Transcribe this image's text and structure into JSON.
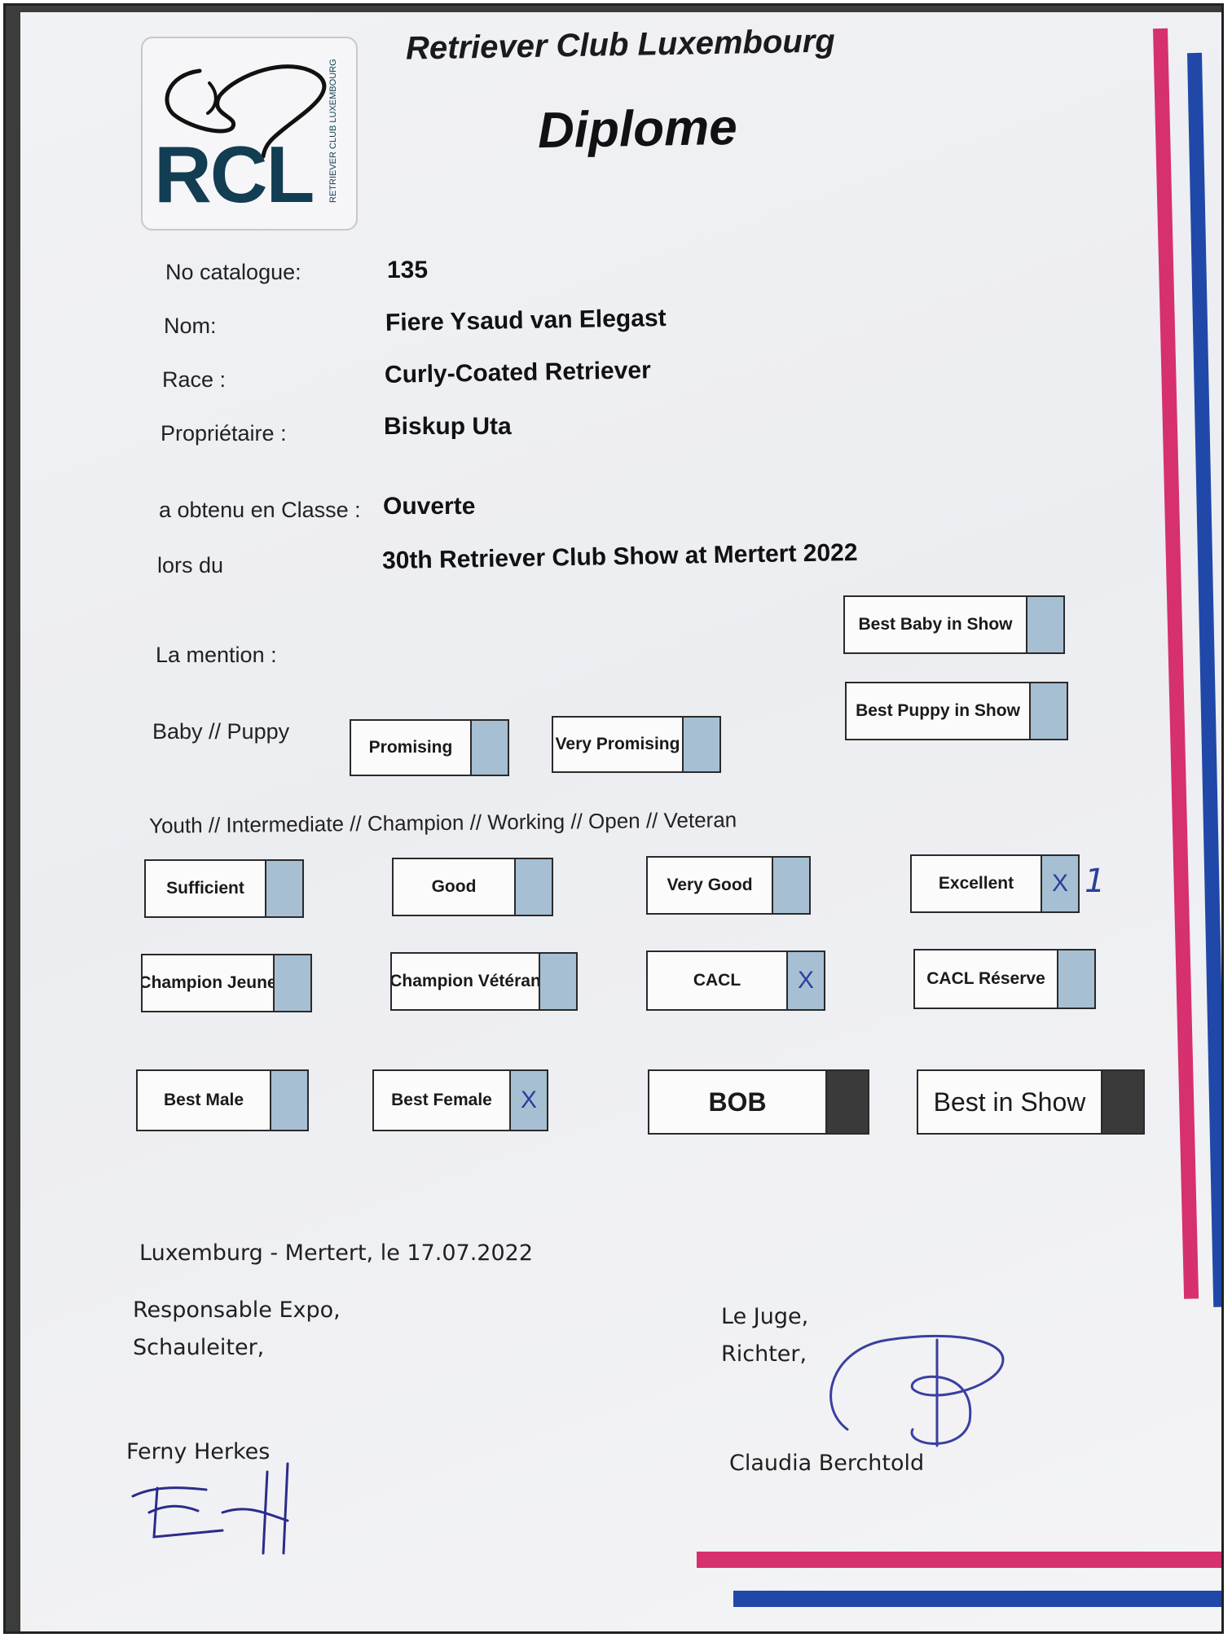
{
  "header": {
    "club": "Retriever Club Luxembourg",
    "title": "Diplome",
    "logo_letters": "RCL",
    "logo_side_text": "RETRIEVER CLUB LUXEMBOURG"
  },
  "fields": [
    {
      "label": "No catalogue:",
      "value": "135"
    },
    {
      "label": "Nom:",
      "value": "Fiere Ysaud van Elegast"
    },
    {
      "label": "Race :",
      "value": "Curly-Coated Retriever"
    },
    {
      "label": "Propriétaire :",
      "value": "Biskup  Uta"
    },
    {
      "label": "a obtenu en Classe :",
      "value": "Ouverte"
    },
    {
      "label": "lors du",
      "value": "30th Retriever  Club  Show at Mertert   2022"
    }
  ],
  "mention_label": "La mention :",
  "baby_puppy_label": "Baby // Puppy",
  "youth_label": "Youth // Intermediate // Champion // Working // Open // Veteran",
  "boxes": {
    "best_baby": {
      "label": "Best Baby in Show",
      "mark": ""
    },
    "best_puppy": {
      "label": "Best Puppy in Show",
      "mark": ""
    },
    "promising": {
      "label": "Promising",
      "mark": ""
    },
    "very_promising": {
      "label": "Very Promising",
      "mark": ""
    },
    "sufficient": {
      "label": "Sufficient",
      "mark": ""
    },
    "good": {
      "label": "Good",
      "mark": ""
    },
    "very_good": {
      "label": "Very Good",
      "mark": ""
    },
    "excellent": {
      "label": "Excellent",
      "mark": "X",
      "note": "1"
    },
    "champion_jeune": {
      "label": "Champion Jeune",
      "mark": ""
    },
    "champion_veteran": {
      "label": "Champion Vétéran",
      "mark": ""
    },
    "cacl": {
      "label": "CACL",
      "mark": "X"
    },
    "cacl_reserve": {
      "label": "CACL Réserve",
      "mark": ""
    },
    "best_male": {
      "label": "Best Male",
      "mark": ""
    },
    "best_female": {
      "label": "Best Female",
      "mark": "X"
    },
    "bob": {
      "label": "BOB",
      "mark": ""
    },
    "best_in_show": {
      "label": "Best in Show",
      "mark": ""
    }
  },
  "footer": {
    "place_date": "Luxemburg - Mertert, le 17.07.2022",
    "left_role_1": "Responsable Expo,",
    "left_role_2": "Schauleiter,",
    "left_name": "Ferny Herkes",
    "right_role_1": "Le Juge,",
    "right_role_2": "Richter,",
    "right_name": "Claudia Berchtold"
  },
  "colors": {
    "pink": "#d6306e",
    "blue": "#1f48a8",
    "logo": "#123d52",
    "checkbox": "#a7bfd3",
    "checkbox_dark": "#3a3a3a",
    "ink": "#2b3f9c"
  }
}
